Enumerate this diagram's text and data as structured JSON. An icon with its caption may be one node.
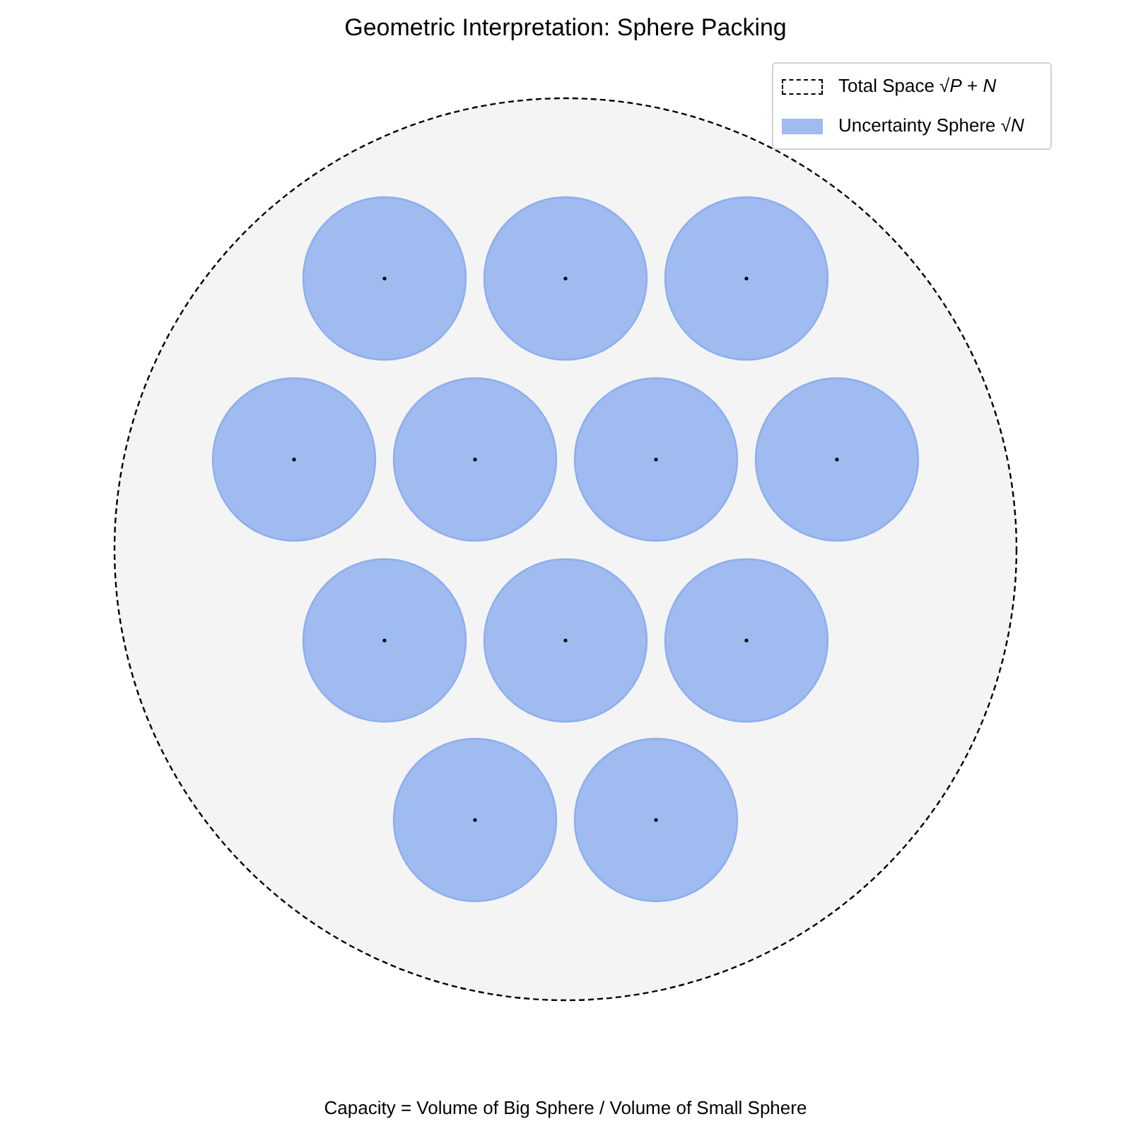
{
  "diagram": {
    "title": "Geometric Interpretation: Sphere Packing",
    "caption": "Capacity = Volume of Big Sphere / Volume of Small Sphere",
    "legend": [
      {
        "text": "Total Space √*P* + *N*"
      },
      {
        "text": "Uncertainty Sphere √*N*",
        "color": "#9fbbef"
      }
    ]
  }
}
